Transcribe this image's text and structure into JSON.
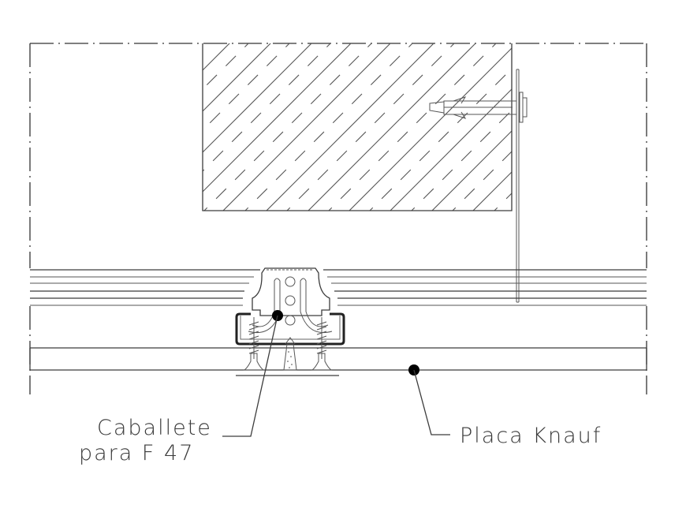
{
  "drawing": {
    "type": "architectural-section-detail",
    "line_color": "#3c3c3c",
    "background": "#ffffff"
  },
  "labels": {
    "caballete_line1": "Caballete",
    "caballete_line2": "para F 47",
    "placa": "Placa Knauf"
  },
  "elements": {
    "concrete_block": "hatched concrete beam",
    "anchor": "expansion anchor with washer",
    "hanger_rod": "vertical hanger",
    "bracket": "Caballete clip with screws",
    "profile_channel": "F 47 channel",
    "board": "Knauf plasterboard",
    "section_frame": "dash-dot section boundary"
  }
}
